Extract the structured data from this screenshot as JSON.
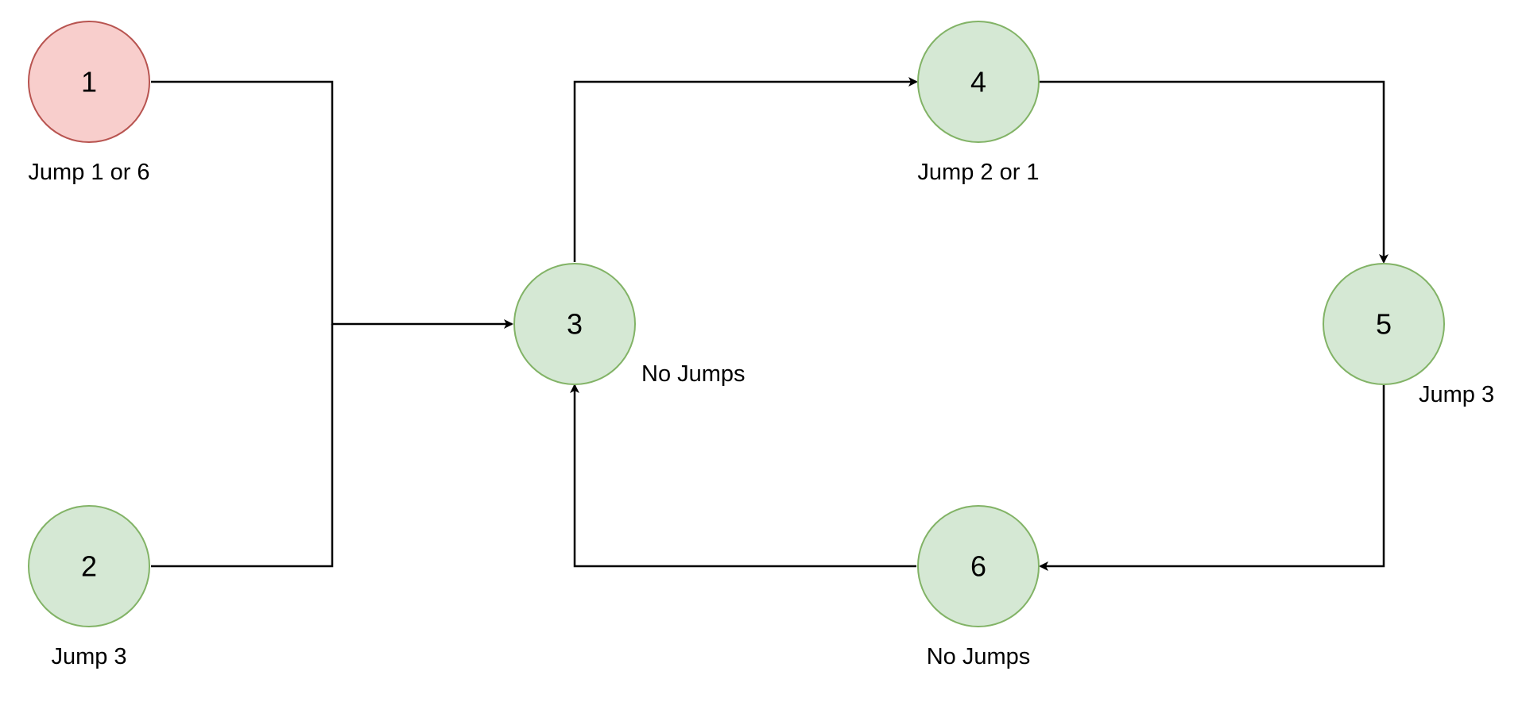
{
  "colors": {
    "start_fill": "#f8cecc",
    "start_stroke": "#b85450",
    "node_fill": "#d5e8d4",
    "node_stroke": "#82b366",
    "edge": "#000000"
  },
  "nodes": [
    {
      "id": "n1",
      "label": "1",
      "caption": "Jump 1 or 6",
      "style": "start"
    },
    {
      "id": "n2",
      "label": "2",
      "caption": "Jump 3",
      "style": "normal"
    },
    {
      "id": "n3",
      "label": "3",
      "caption": "No Jumps",
      "style": "normal"
    },
    {
      "id": "n4",
      "label": "4",
      "caption": "Jump 2 or 1",
      "style": "normal"
    },
    {
      "id": "n5",
      "label": "5",
      "caption": "Jump 3",
      "style": "normal"
    },
    {
      "id": "n6",
      "label": "6",
      "caption": "No Jumps",
      "style": "normal"
    }
  ],
  "edges": [
    {
      "from": "1",
      "to": "3"
    },
    {
      "from": "2",
      "to": "3"
    },
    {
      "from": "3",
      "to": "4"
    },
    {
      "from": "4",
      "to": "5"
    },
    {
      "from": "5",
      "to": "6"
    },
    {
      "from": "6",
      "to": "3"
    }
  ]
}
